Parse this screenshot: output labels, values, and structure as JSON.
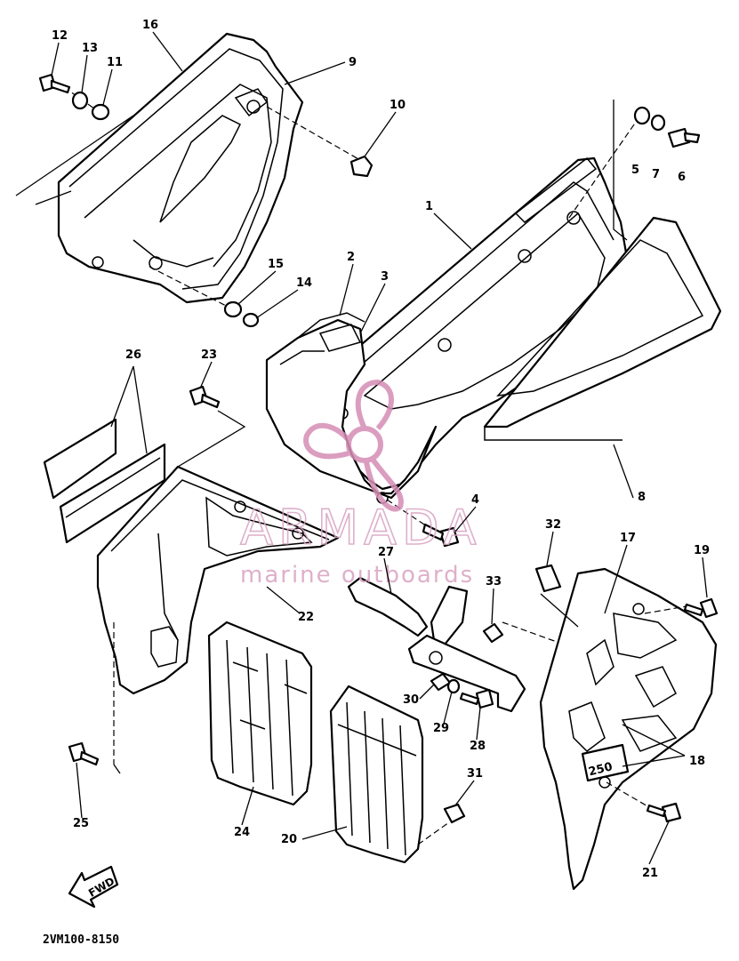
{
  "diagram": {
    "part_labels": [
      "1",
      "2",
      "3",
      "4",
      "5",
      "6",
      "7",
      "8",
      "9",
      "10",
      "11",
      "12",
      "13",
      "14",
      "15",
      "16",
      "17",
      "18",
      "19",
      "20",
      "21",
      "22",
      "23",
      "24",
      "25",
      "26",
      "27",
      "28",
      "29",
      "30",
      "31",
      "32",
      "33"
    ],
    "drawing_code": "2VM100-8150",
    "fwd_label": "FWD"
  },
  "watermark": {
    "brand": "ARMADA",
    "tagline": "marine outboards"
  }
}
